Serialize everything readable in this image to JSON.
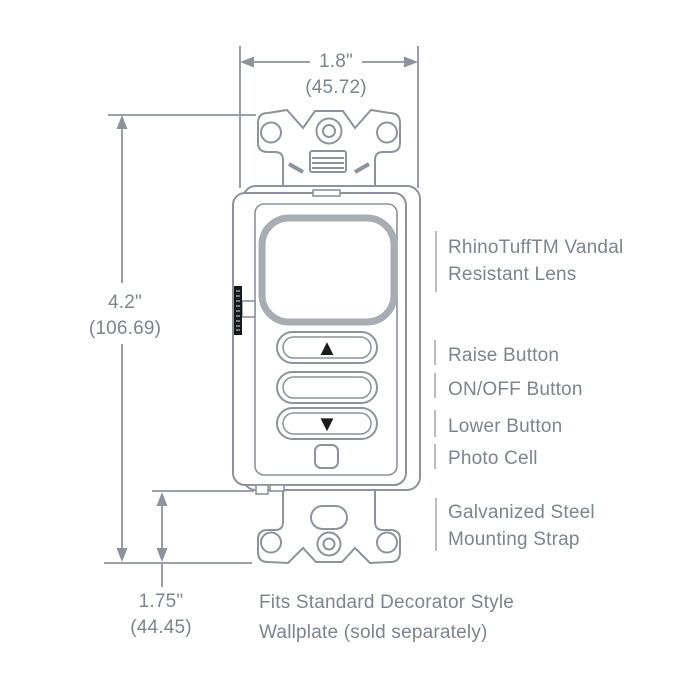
{
  "dimensions": {
    "width": {
      "inches": "1.8\"",
      "mm": "(45.72)"
    },
    "height": {
      "inches": "4.2\"",
      "mm": "(106.69)"
    },
    "strap_offset": {
      "inches": "1.75\"",
      "mm": "(44.45)"
    }
  },
  "callouts": {
    "lens": "RhinoTuffTM Vandal Resistant Lens",
    "raise": "Raise Button",
    "onoff": "ON/OFF Button",
    "lower": "Lower Button",
    "photocell": "Photo Cell",
    "strap": "Galvanized Steel Mounting Strap"
  },
  "footnote": "Fits Standard Decorator Style Wallplate (sold separately)",
  "glyphs": {
    "raise": "▲",
    "lower": "▼"
  },
  "colors": {
    "line": "#8e939b",
    "lens_stroke": "#a8adb4",
    "leader": "#b8bdc3",
    "text": "#7e848d",
    "glyph": "#1b1c1e",
    "brand_strip": "#17181a"
  }
}
